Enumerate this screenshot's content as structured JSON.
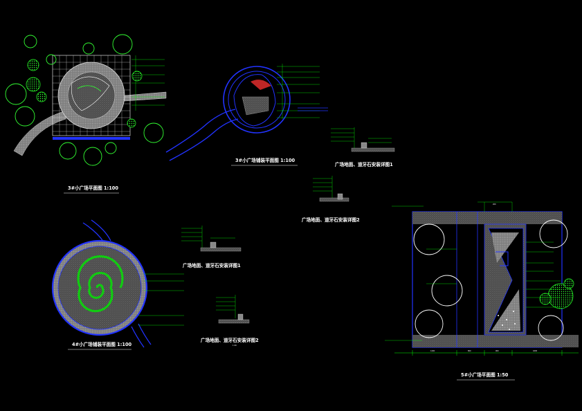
{
  "drawing": {
    "background": "#000000",
    "colors": {
      "tree_outline": "#33ff33",
      "tree_shrub": "#22dd22",
      "ground_fill": "#5a5a5a",
      "structure": "#2233ff",
      "grid": "#ffffff",
      "leader": "#00ff00",
      "accent_red": "#ff3333"
    },
    "titles": {
      "plaza_3": "3#小广场平面图   1:100",
      "plaza_3_paving": "3#小广场铺装平面图   1:100",
      "curb_detail_1a": "广场地面、道牙石安装详图1",
      "curb_detail_2a": "广场地面、道牙石安装详图2",
      "plaza_4_paving": "4#小广场铺装平面图   1:100",
      "curb_detail_1b": "广场地面、道牙石安装详图1",
      "curb_detail_2b": "广场地面、道牙石安装详图2",
      "detail_2b_scale": "1:20",
      "plaza_5": "5#小广场平面图   1:50"
    },
    "dimensions": {
      "plaza_5_bottom": [
        "1200",
        "800",
        "900",
        "4200"
      ],
      "plaza_5_top": "200"
    }
  }
}
